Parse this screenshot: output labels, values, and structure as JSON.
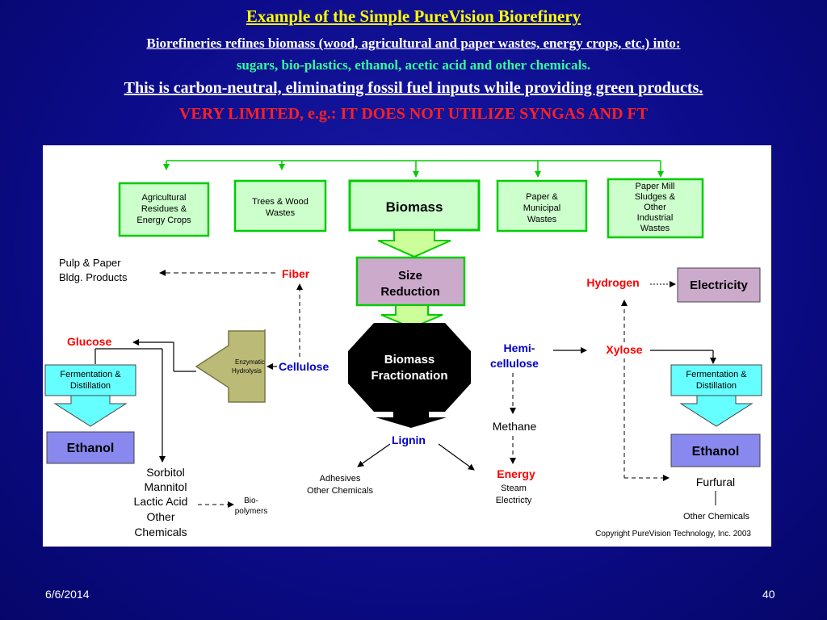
{
  "slide": {
    "title": "Example of the Simple PureVision Biorefinery",
    "line1": "Biorefineries refines biomass (wood, agricultural and paper wastes, energy crops, etc.) into:",
    "line2": "sugars, bio-plastics, ethanol, acetic acid and other chemicals.",
    "line3": "This is carbon-neutral, eliminating fossil fuel inputs while providing green products.",
    "line4": "VERY LIMITED, e.g.: IT DOES NOT UTILIZE SYNGAS AND FT",
    "date": "6/6/2014",
    "page": "40"
  },
  "colors": {
    "background": "#0c0c8a",
    "box_green_fill": "#ccffcc",
    "box_green_border": "#00cc00",
    "size_reduction_fill": "#ccaacc",
    "cyan_box": "#66ffff",
    "ethanol_box": "#8888ee",
    "enzymatic_fill": "#bbbb77",
    "red_label": "#ff0000",
    "blue_label": "#0000cc"
  },
  "diagram": {
    "sources": {
      "agri": [
        "Agricultural",
        "Residues &",
        "Energy Crops"
      ],
      "trees": [
        "Trees & Wood",
        "Wastes"
      ],
      "paper": [
        "Paper &",
        "Municipal",
        "Wastes"
      ],
      "sludge": [
        "Paper Mill",
        "Sludges &",
        "Other",
        "Industrial",
        "Wastes"
      ]
    },
    "biomass": "Biomass",
    "size_reduction": [
      "Size",
      "Reduction"
    ],
    "fractionation": [
      "Biomass",
      "Fractionation"
    ],
    "pulp": [
      "Pulp & Paper",
      "Bldg. Products"
    ],
    "fiber": "Fiber",
    "cellulose": "Cellulose",
    "enzymatic": [
      "Enzymatic",
      "Hydrolysis"
    ],
    "glucose": "Glucose",
    "fermentation_left": [
      "Fermentation &",
      "Distillation"
    ],
    "ethanol_left": "Ethanol",
    "sorbitol": [
      "Sorbitol",
      "Mannitol",
      "Lactic Acid",
      "Other",
      "Chemicals"
    ],
    "biopolymers": [
      "Bio-",
      "polymers"
    ],
    "lignin": "Lignin",
    "adhesives": [
      "Adhesives",
      "Other Chemicals"
    ],
    "energy": "Energy",
    "steam": [
      "Steam",
      "Electricty"
    ],
    "methane": "Methane",
    "hemicellulose": [
      "Hemi-",
      "cellulose"
    ],
    "xylose": "Xylose",
    "hydrogen": "Hydrogen",
    "electricity": "Electricity",
    "fermentation_right": [
      "Fermentation &",
      "Distillation"
    ],
    "ethanol_right": "Ethanol",
    "furfural": "Furfural",
    "other_chemicals": "Other Chemicals",
    "copyright": "Copyright PureVision Technology, Inc. 2003"
  }
}
